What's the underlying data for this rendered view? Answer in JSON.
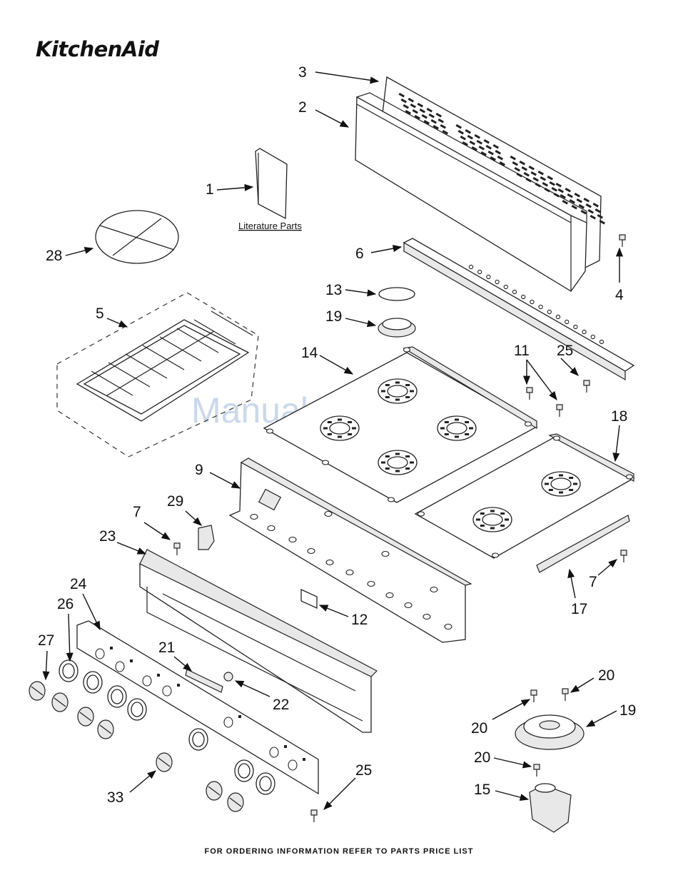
{
  "brand": {
    "name": "KitchenAid"
  },
  "footer": {
    "text": "FOR ORDERING INFORMATION REFER TO PARTS PRICE LIST"
  },
  "literature": {
    "label": "Literature Parts"
  },
  "watermark": {
    "text": "ManualsLib.com"
  },
  "callouts": {
    "c1": "1",
    "c2": "2",
    "c3": "3",
    "c4": "4",
    "c5": "5",
    "c6": "6",
    "c7a": "7",
    "c7b": "7",
    "c9": "9",
    "c11": "11",
    "c12": "12",
    "c13": "13",
    "c14": "14",
    "c15": "15",
    "c17": "17",
    "c18": "18",
    "c19a": "19",
    "c19b": "19",
    "c20a": "20",
    "c20b": "20",
    "c20c": "20",
    "c21": "21",
    "c22": "22",
    "c23": "23",
    "c24": "24",
    "c25a": "25",
    "c25b": "25",
    "c26": "26",
    "c27": "27",
    "c28": "28",
    "c29": "29",
    "c33": "33"
  }
}
